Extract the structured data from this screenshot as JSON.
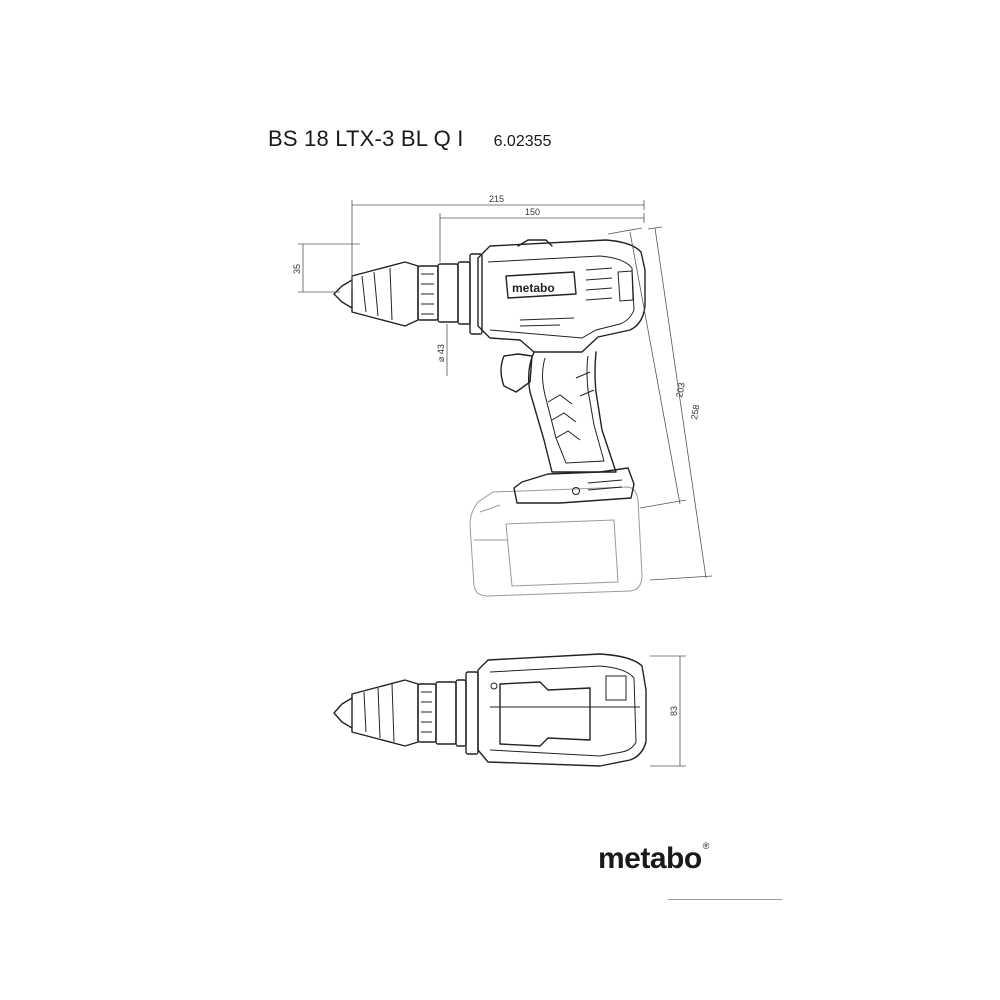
{
  "header": {
    "model_name": "BS 18 LTX-3 BL Q I",
    "article_number": "6.02355"
  },
  "dimensions": {
    "overall_length": "215",
    "head_length": "150",
    "chuck_height": "35",
    "collar_diameter": "⌀ 43",
    "height_without_battery": "203",
    "height_with_battery": "258",
    "top_view_width": "83"
  },
  "body_logo": "metabo",
  "footer": {
    "brand_logo": "metabo",
    "registered_mark": "®"
  }
}
